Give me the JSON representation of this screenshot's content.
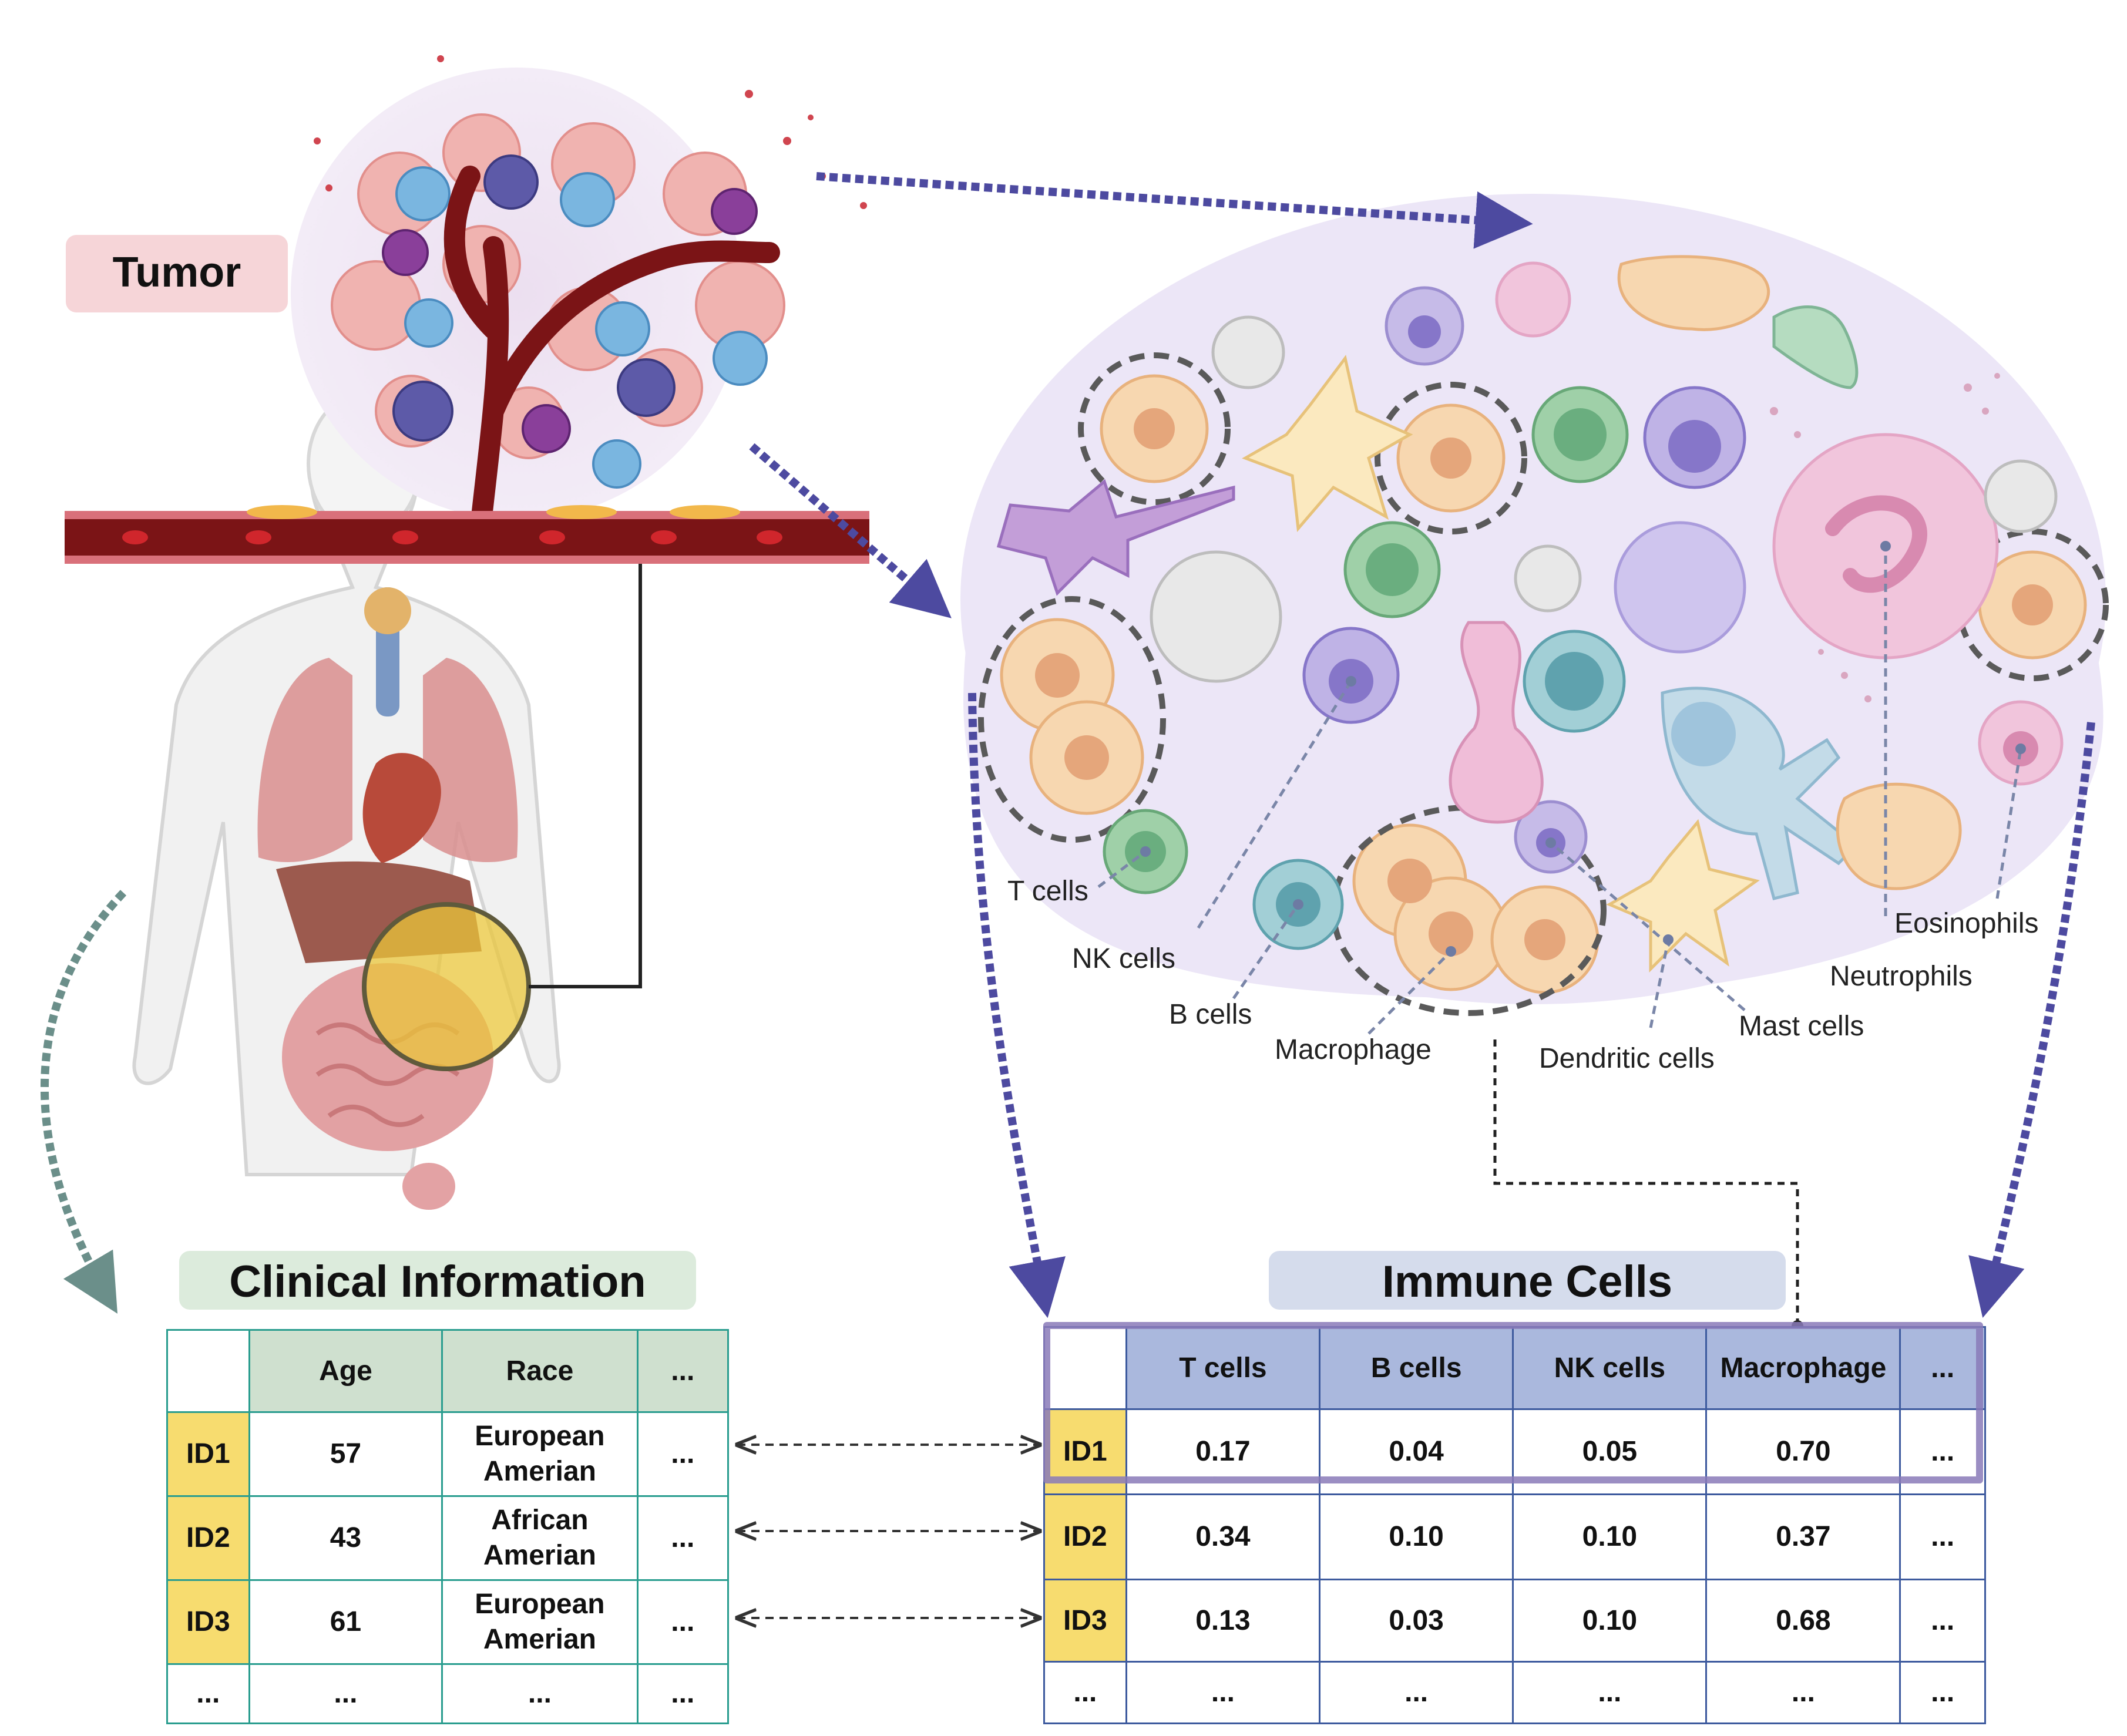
{
  "tumor_label": "Tumor",
  "clinical": {
    "title": "Clinical Information",
    "header": [
      "",
      "Age",
      "Race",
      "..."
    ],
    "rows": [
      {
        "id": "ID1",
        "age": "57",
        "race_line1": "European",
        "race_line2": "Amerian",
        "more": "..."
      },
      {
        "id": "ID2",
        "age": "43",
        "race_line1": "African",
        "race_line2": "Amerian",
        "more": "..."
      },
      {
        "id": "ID3",
        "age": "61",
        "race_line1": "European",
        "race_line2": "Amerian",
        "more": "..."
      },
      {
        "id": "...",
        "age": "...",
        "race_line1": "...",
        "race_line2": "",
        "more": "..."
      }
    ]
  },
  "immune": {
    "title": "Immune Cells",
    "header": [
      "",
      "T cells",
      "B cells",
      "NK cells",
      "Macrophage",
      "..."
    ],
    "rows": [
      {
        "id": "ID1",
        "values": [
          "0.17",
          "0.04",
          "0.05",
          "0.70",
          "..."
        ]
      },
      {
        "id": "ID2",
        "values": [
          "0.34",
          "0.10",
          "0.10",
          "0.37",
          "..."
        ]
      },
      {
        "id": "ID3",
        "values": [
          "0.13",
          "0.03",
          "0.10",
          "0.68",
          "..."
        ]
      },
      {
        "id": "...",
        "values": [
          "...",
          "...",
          "...",
          "...",
          "..."
        ]
      }
    ]
  },
  "cell_labels": {
    "t_cells": "T cells",
    "nk_cells": "NK cells",
    "b_cells": "B cells",
    "macrophage": "Macrophage",
    "dendritic": "Dendritic cells",
    "mast": "Mast cells",
    "neutrophils": "Neutrophils",
    "eosinophils": "Eosinophils"
  },
  "colors": {
    "tumor_pill": "#f6d5d8",
    "clinical_pill": "#dcebdc",
    "immune_pill": "#d5dcec",
    "vessel": "#7b1416",
    "arrow_purple": "#4d4aa0",
    "arrow_green": "#6b8f8a",
    "micro_bg": "#ece6f7"
  }
}
